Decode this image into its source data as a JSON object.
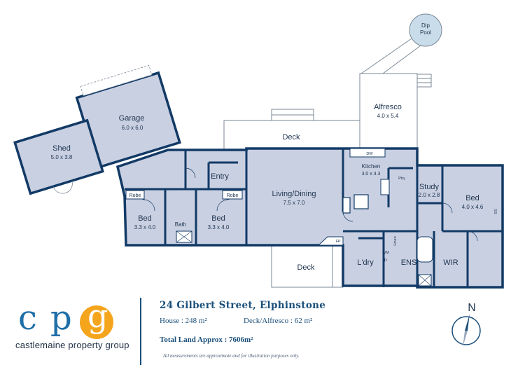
{
  "plan": {
    "rooms": {
      "garage": {
        "name": "Garage",
        "dims": "6.0 x 6.0"
      },
      "shed": {
        "name": "Shed",
        "dims": "5.0 x 3.8"
      },
      "deck_top": {
        "name": "Deck"
      },
      "alfresco": {
        "name": "Alfresco",
        "dims": "4.0 x 5.4"
      },
      "dip_pool": {
        "line1": "Dip",
        "line2": "Pool"
      },
      "entry": {
        "name": "Entry"
      },
      "living": {
        "name": "Living/Dining",
        "dims": "7.5 x 7.0"
      },
      "kitchen": {
        "name": "Kitchen",
        "dims": "3.0 x 4.3"
      },
      "study": {
        "name": "Study",
        "dims": "2.0 x 2.8"
      },
      "bed_master": {
        "name": "Bed",
        "dims": "4.0 x 4.6"
      },
      "bed1": {
        "name": "Bed",
        "dims": "3.3 x 4.0"
      },
      "bed2": {
        "name": "Bed",
        "dims": "3.3 x 4.0"
      },
      "bath": {
        "name": "Bath"
      },
      "robe1": {
        "name": "Robe"
      },
      "robe2": {
        "name": "Robe"
      },
      "laundry": {
        "name": "L'dry"
      },
      "ens": {
        "name": "ENS"
      },
      "wir": {
        "name": "WIR"
      },
      "deck_bottom": {
        "name": "Deck"
      }
    },
    "fixtures": {
      "dw": "DW",
      "ptry": "Ptry",
      "fp": "FP",
      "wm": "WM",
      "d": "D",
      "linen": "Linen",
      "ss": "SS"
    }
  },
  "branding": {
    "c": "c",
    "p": "p",
    "g": "g",
    "name": "castlemaine property group",
    "accent": "#f4a51c",
    "primary": "#1e6fa8"
  },
  "property": {
    "address": "24 Gilbert Street, Elphinstone",
    "house_label": "House : 248 m²",
    "deck_label": "Deck/Alfresco : 62 m²",
    "land_label": "Total Land Approx : 7606m²",
    "disclaimer": "All measurements are approximate and for illustration purposes only."
  },
  "compass": {
    "label": "N"
  }
}
